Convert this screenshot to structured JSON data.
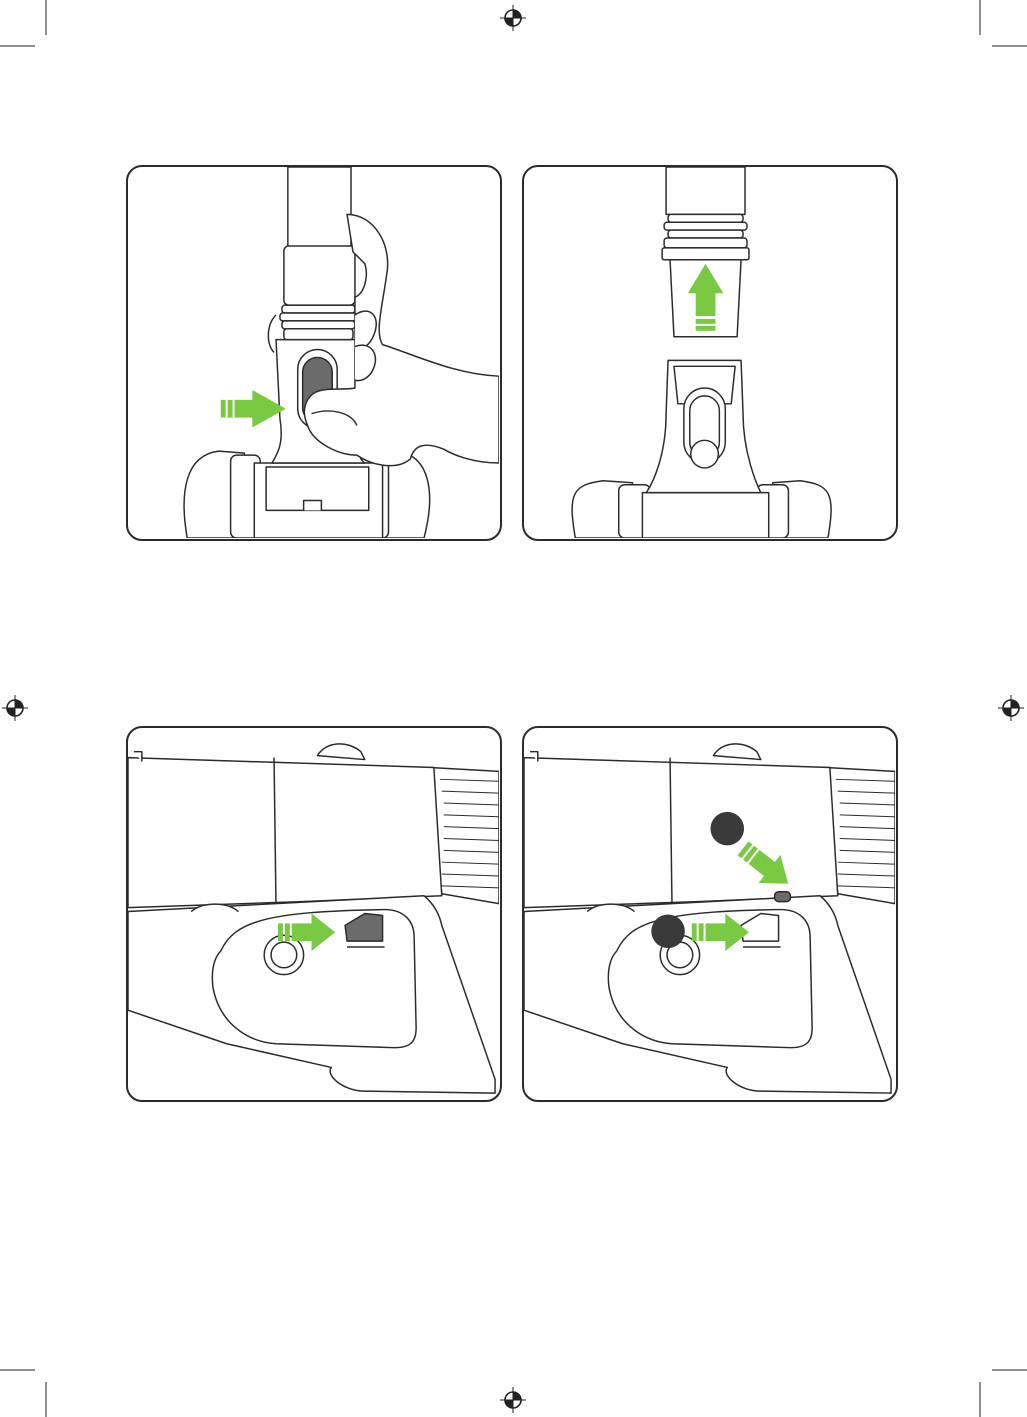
{
  "page": {
    "background": "#ffffff",
    "accent_color": "#7ac943",
    "line_color": "#2b2b2b",
    "dark_fill": "#6b6b6b"
  },
  "registration_marks": {
    "icon": "crosshair-target-icon",
    "count": 4
  },
  "crop_marks": {
    "count": 8
  },
  "panels": [
    {
      "id": "panel-1",
      "step_icon": "arrow-right-icon",
      "depicts": "press-release-button-on-wand-joint"
    },
    {
      "id": "panel-2",
      "step_icon": "arrow-up-icon",
      "depicts": "lift-wand-off-floor-head"
    },
    {
      "id": "panel-3",
      "step_icon": "arrow-right-icon",
      "depicts": "slide-trigger-lock-on-handle"
    },
    {
      "id": "panel-4",
      "step_icon": "arrow-right-icon",
      "depicts": "press-button-1-and-slide-2",
      "badges": 2
    }
  ]
}
